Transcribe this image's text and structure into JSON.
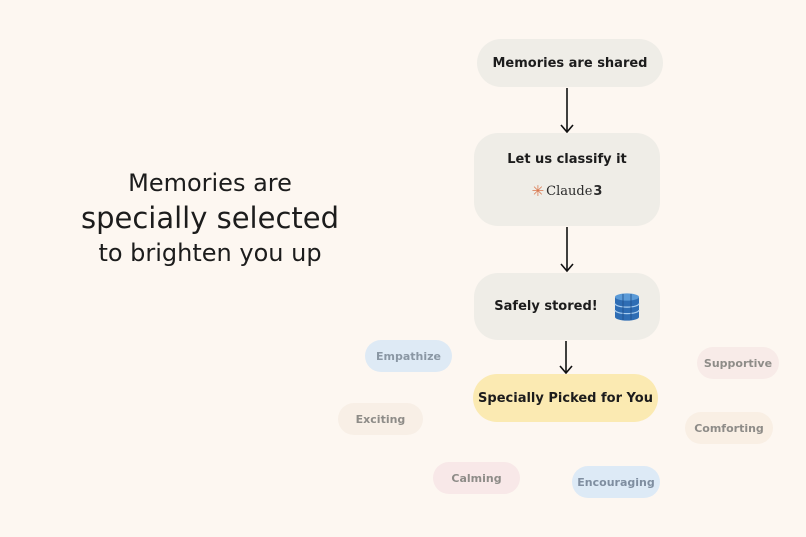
{
  "headline": {
    "line1": "Memories are",
    "line2": "specially selected",
    "line3": "to brighten you up"
  },
  "flow": {
    "step1": "Memories are shared",
    "step2": "Let us classify it",
    "step2_logo": {
      "star": "✳",
      "name": "Claude",
      "version": "3"
    },
    "step3": "Safely stored!",
    "step3_icon": "database-icon",
    "step4": "Specially Picked for You"
  },
  "tags": {
    "empathize": "Empathize",
    "supportive": "Supportive",
    "exciting": "Exciting",
    "comforting": "Comforting",
    "calming": "Calming",
    "encouraging": "Encouraging"
  },
  "colors": {
    "background": "#fdf7f1",
    "node": "#efede7",
    "highlight_node": "#fbeab2",
    "claude_star": "#d9774e",
    "database": "#2e6db4"
  }
}
